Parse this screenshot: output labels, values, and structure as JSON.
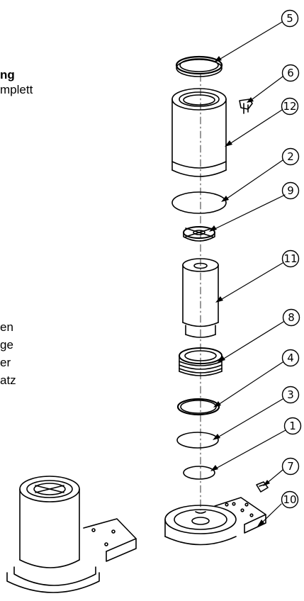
{
  "left_text": {
    "heading_fragment": "ng",
    "subheading_fragment": "mplett",
    "body_fragments": [
      "en",
      "ge",
      "er",
      "atz"
    ]
  },
  "callouts": [
    {
      "label": "5"
    },
    {
      "label": "6"
    },
    {
      "label": "12"
    },
    {
      "label": "2"
    },
    {
      "label": "9"
    },
    {
      "label": "11"
    },
    {
      "label": "8"
    },
    {
      "label": "4"
    },
    {
      "label": "3"
    },
    {
      "label": "1"
    },
    {
      "label": "7"
    },
    {
      "label": "10"
    }
  ]
}
